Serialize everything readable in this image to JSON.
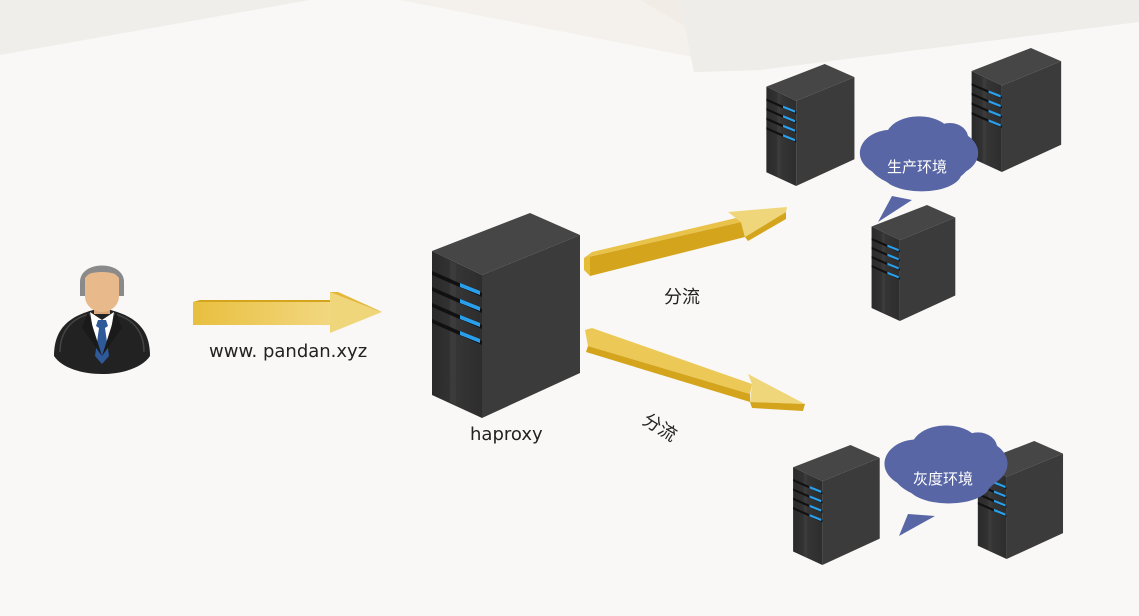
{
  "diagram": {
    "title": "",
    "nodes": {
      "user": {
        "icon": "businessman-user-icon"
      },
      "proxy": {
        "label": "haproxy",
        "icon": "server-icon"
      },
      "production": {
        "label": "生产环境",
        "servers": 3
      },
      "gray": {
        "label": "灰度环境",
        "servers": 2
      }
    },
    "edges": {
      "user_to_proxy": {
        "label": "www. pandan.xyz"
      },
      "proxy_to_production": {
        "label": "分流"
      },
      "proxy_to_gray": {
        "label": "分流"
      }
    },
    "colors": {
      "background": "#f9f8f6",
      "arrow_light": "#f0d67a",
      "arrow_mid": "#e8bf3e",
      "arrow_dark": "#d4a51c",
      "server_front": "#2f2f2f",
      "server_side": "#3c3c3c",
      "server_top": "#464646",
      "server_led": "#1e90e0",
      "cloud": "#5866a6",
      "suit": "#222222",
      "tie": "#2e5a9a",
      "skin": "#e8b98a",
      "hair": "#8a8a8a"
    }
  }
}
